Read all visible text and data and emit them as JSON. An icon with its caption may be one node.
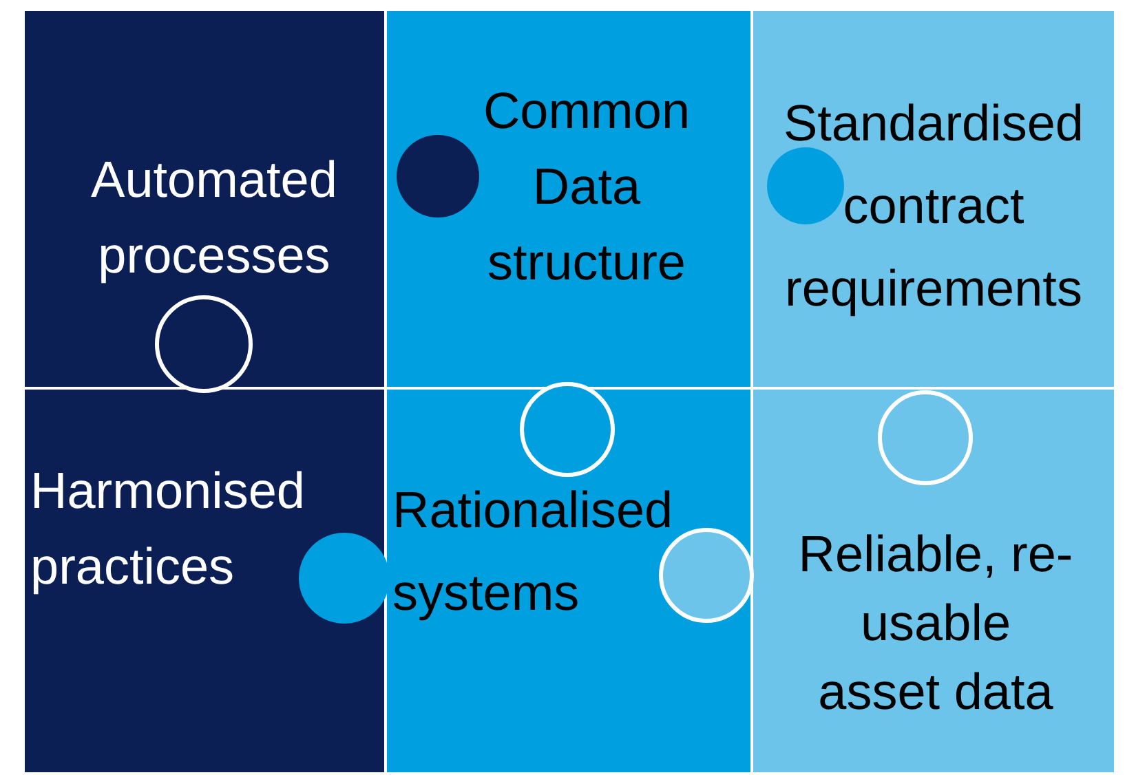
{
  "diagram": {
    "nodes": [
      {
        "text": [
          "Automated processes"
        ]
      },
      {
        "text": [
          "Common Data structure"
        ]
      },
      {
        "text": [
          "Standardised contract requirements"
        ]
      },
      {
        "text": [
          "Harmonised practices"
        ]
      },
      {
        "text": [
          "Rationalised systems"
        ]
      },
      {
        "text": [
          "Reliable, re-usable asset data"
        ]
      }
    ]
  }
}
